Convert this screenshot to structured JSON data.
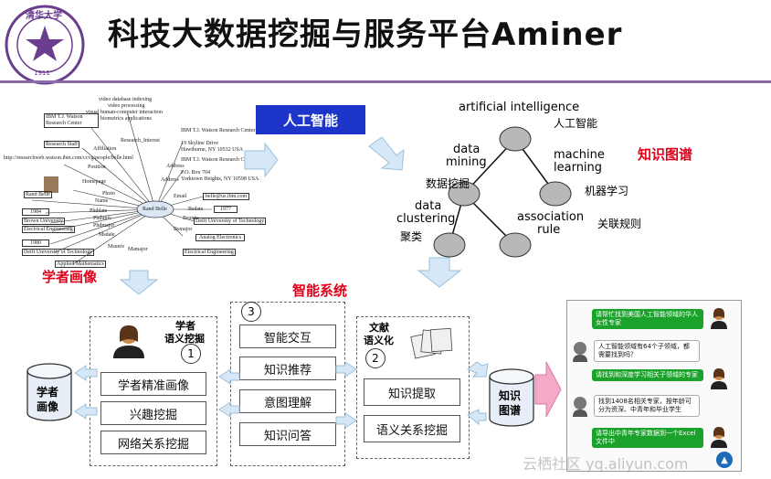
{
  "title": "科技大数据挖掘与服务平台Aminer",
  "logo": {
    "text": "清华大学",
    "year": "1911"
  },
  "labels": {
    "scholar_portrait": "学者画像",
    "knowledge_graph": "知识图谱",
    "intelligent_system": "智能系统",
    "ai_box": "人工智能",
    "watermark": "云栖社区 yq.aliyun.com"
  },
  "tree": {
    "root_en": "artificial intelligence",
    "root_zh": "人工智能",
    "dm_en_1": "data",
    "dm_en_2": "mining",
    "dm_zh": "数据挖掘",
    "ml_en_1": "machine",
    "ml_en_2": "learning",
    "ml_zh": "机器学习",
    "dc_en_1": "data",
    "dc_en_2": "clustering",
    "dc_zh": "聚类",
    "ar_en_1": "association",
    "ar_en_2": "rule",
    "ar_zh": "关联规则"
  },
  "profile": {
    "center": "Rand Belle",
    "nodes": [
      "IBM T.J. Watson Research Center",
      "Research Staff",
      "http://researchweb.watson.ibm.com/ccvg/people/belle.html",
      "Rand Belle",
      "1984",
      "Brown University",
      "Electrical Engineering",
      "1980",
      "Delft University of Technology",
      "Applied Mathematics",
      "video database indexing",
      "video processing",
      "visual human-computer interaction",
      "biometrics applications",
      "IBM T.J. Watson Research Center",
      "19 Skyline Drive",
      "Hawthorne, NY 10532 USA",
      "IBM T.J. Watson Research Center",
      "P.O. Box 704",
      "Yorktown Heights, NY 10598 USA",
      "belle@us.ibm.com",
      "1977",
      "Delft University of Technology",
      "Analog Electronics",
      "Electrical Engineering"
    ],
    "edges": [
      "Affiliation",
      "Position",
      "Homepage",
      "Photo",
      "Name",
      "Phddate",
      "Phduniv",
      "Phdmajor",
      "Msdate",
      "Msuniv",
      "Msmajor",
      "Research_Interest",
      "Address",
      "Address",
      "Email",
      "Bsdate",
      "Bsuniv",
      "Bsmajor"
    ]
  },
  "scholar": {
    "header_1": "学者",
    "header_2": "语义挖掘",
    "num": "1",
    "db_1": "学者",
    "db_2": "画像",
    "items": [
      "学者精准画像",
      "兴趣挖掘",
      "网络关系挖掘"
    ]
  },
  "system": {
    "num": "3",
    "items": [
      "智能交互",
      "知识推荐",
      "意图理解",
      "知识问答"
    ]
  },
  "doc": {
    "header_1": "文献",
    "header_2": "语义化",
    "num": "2",
    "items": [
      "知识提取",
      "语义关系挖掘"
    ],
    "db_1": "知识",
    "db_2": "图谱"
  },
  "chat": [
    {
      "side": "right",
      "text": "请帮忙找到美国人工智能领域的华人女性专家"
    },
    {
      "side": "left",
      "text": "人工智能领域有64个子领域，都需要找到吗？"
    },
    {
      "side": "right",
      "text": "请找到和深度学习相关子领域的专家"
    },
    {
      "side": "left",
      "text": "找到1408名相关专家，按年龄可分为资深、中青年和毕业学生"
    },
    {
      "side": "right",
      "text": "请导出中青年专家数据到一个Excel文件中"
    }
  ],
  "colors": {
    "ai_box": "#1d35c8",
    "red_label": "#e0001a",
    "arrow": "#cde3f5",
    "node": "#b8b8b8",
    "chat_right": "#1aa22a",
    "chat_left": "#ffffff",
    "pink_arrow": "#f5a9c8"
  }
}
